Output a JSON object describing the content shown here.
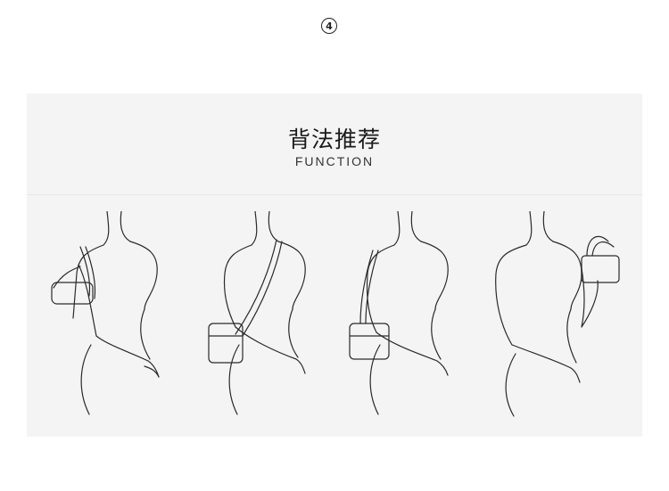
{
  "step_number": "4",
  "header": {
    "title": "背法推荐",
    "subtitle": "FUNCTION"
  },
  "figures": [
    {
      "icon": "shoulder-carry-illustration"
    },
    {
      "icon": "crossbody-carry-illustration"
    },
    {
      "icon": "single-shoulder-carry-illustration"
    },
    {
      "icon": "hand-carry-illustration"
    }
  ]
}
